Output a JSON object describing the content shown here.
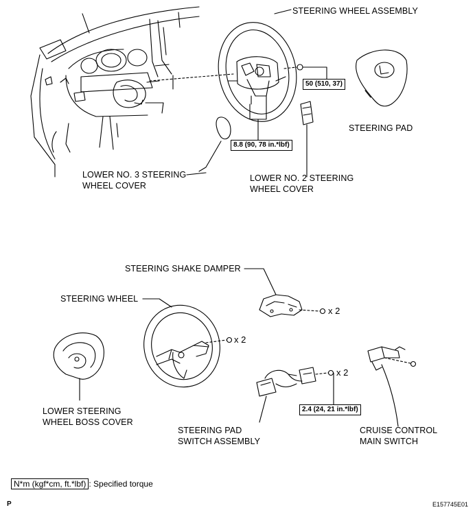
{
  "labels": {
    "steering_wheel_assembly": "STEERING WHEEL ASSEMBLY",
    "steering_pad": "STEERING PAD",
    "lower_no3_cover_line1": "LOWER NO. 3 STEERING",
    "lower_no3_cover_line2": "WHEEL COVER",
    "lower_no2_cover_line1": "LOWER NO. 2 STEERING",
    "lower_no2_cover_line2": "WHEEL COVER",
    "steering_shake_damper": "STEERING SHAKE DAMPER",
    "steering_wheel": "STEERING WHEEL",
    "lower_boss_cover_line1": "LOWER STEERING",
    "lower_boss_cover_line2": "WHEEL BOSS COVER",
    "pad_switch_line1": "STEERING PAD",
    "pad_switch_line2": "SWITCH ASSEMBLY",
    "cruise_line1": "CRUISE CONTROL",
    "cruise_line2": "MAIN SWITCH"
  },
  "torques": {
    "nut_top": "50 (510, 37)",
    "bolt_top": "8.8 (90, 78 in.*lbf)",
    "screw_bottom": "2.4 (24, 21 in.*lbf)"
  },
  "quantities": {
    "damper_screws": "x 2",
    "wheel_screws": "x 2",
    "switch_screws": "x 2"
  },
  "legend": {
    "unit_box": "N*m (kgf*cm, ft.*lbf)",
    "description": ": Specified torque"
  },
  "footer": {
    "page_letter": "P",
    "figure_code": "E157745E01"
  }
}
